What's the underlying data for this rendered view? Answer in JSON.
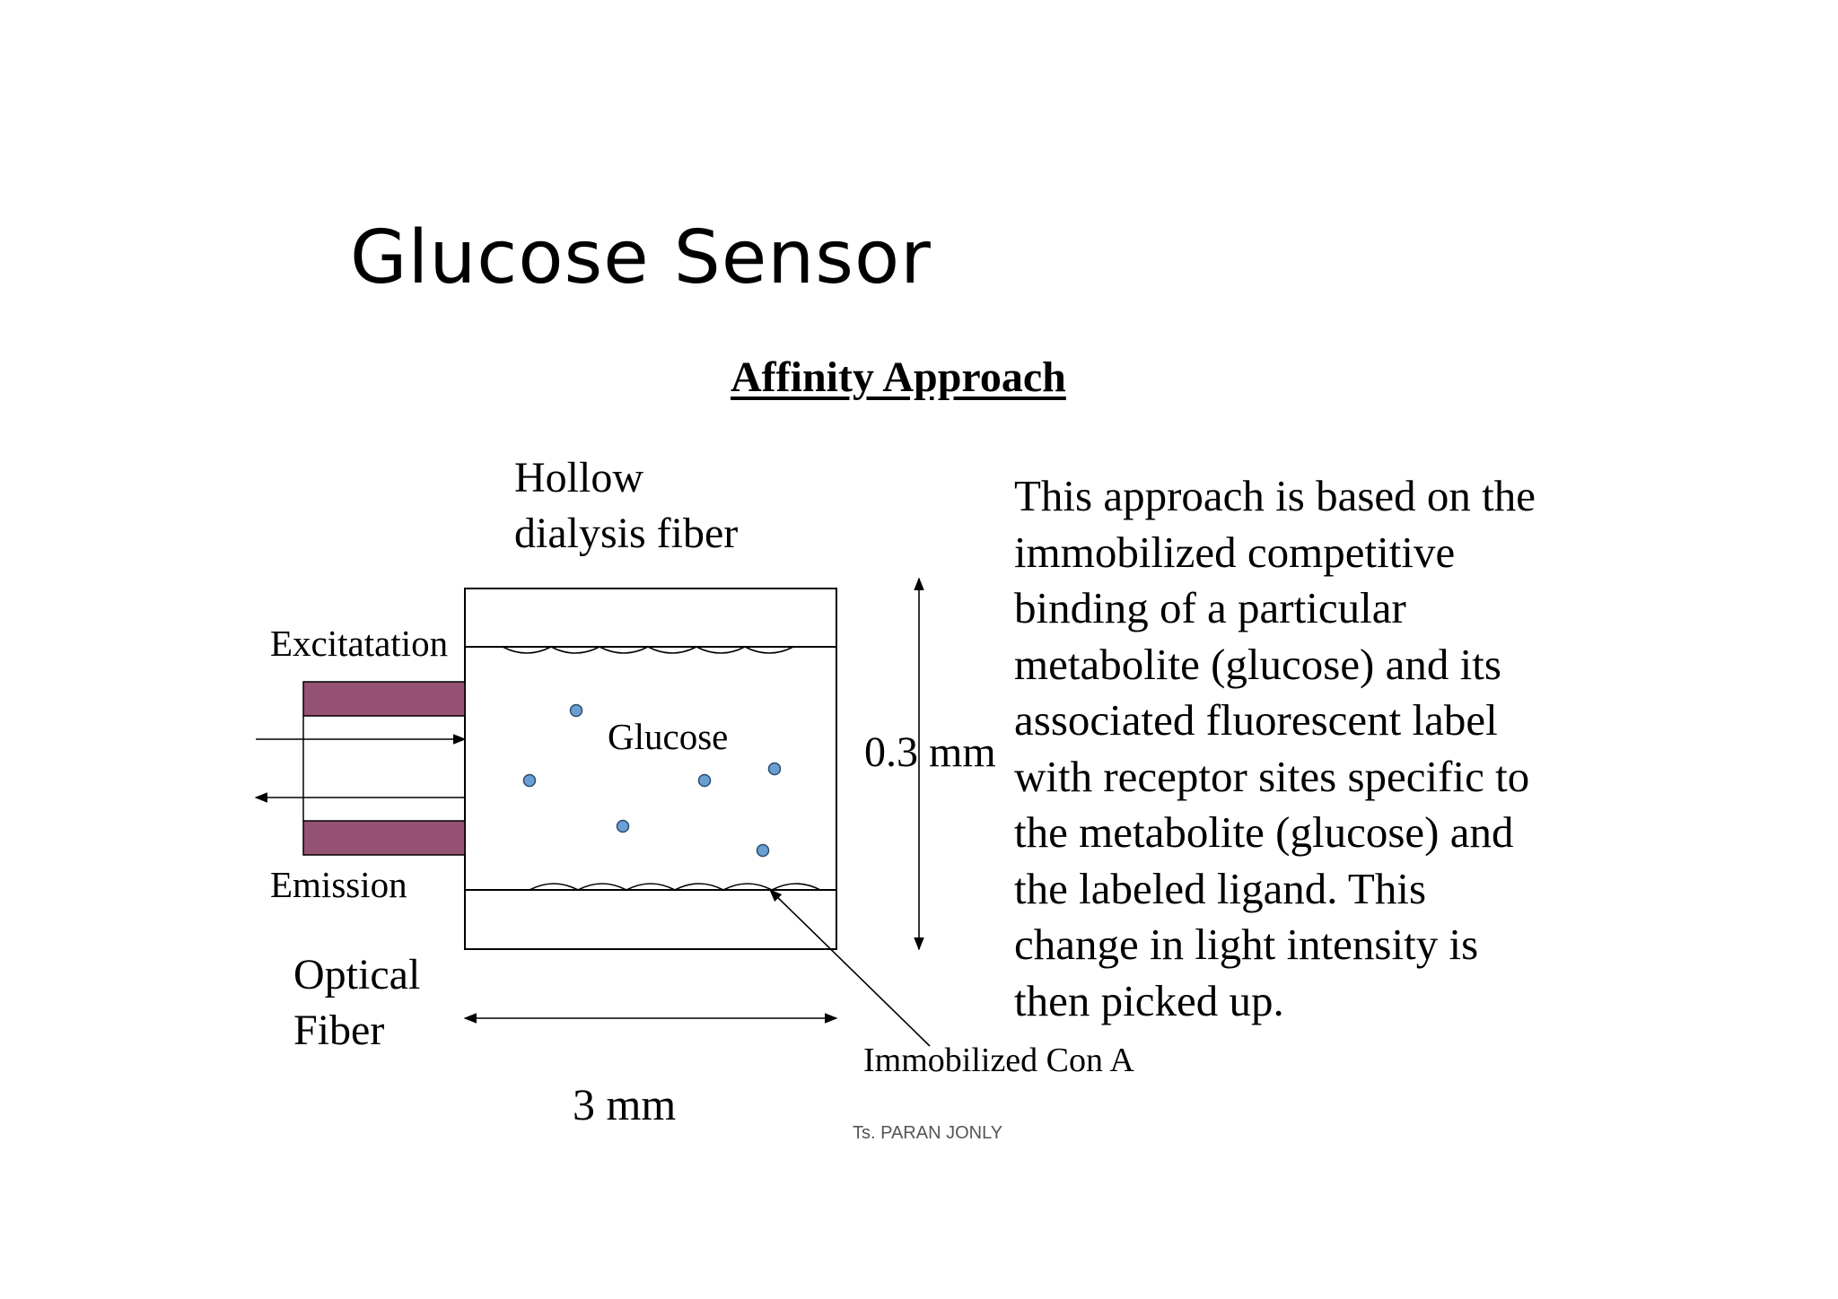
{
  "title": "Glucose Sensor",
  "subtitle": "Affinity Approach",
  "diagram": {
    "hollow_fiber_label_line1": "Hollow",
    "hollow_fiber_label_line2": "dialysis fiber",
    "excitation_label": "Excitatation",
    "emission_label": "Emission",
    "optical_fiber_label_line1": "Optical",
    "optical_fiber_label_line2": "Fiber",
    "glucose_label": "Glucose",
    "height_dimension": "0.3 mm",
    "width_dimension": "3 mm",
    "con_a_label": "Immobilized Con A",
    "colors": {
      "optical_fiber_cladding": "#965272",
      "glucose_molecule": "#6a9fd4",
      "glucose_outline": "#2b4a6b"
    }
  },
  "description": [
    "This approach is based on the",
    "immobilized competitive",
    "binding of a particular",
    "metabolite (glucose) and its",
    "associated fluorescent label",
    "with receptor sites specific to",
    "the metabolite (glucose) and",
    "the labeled ligand. This",
    "change in light intensity is",
    "then picked up."
  ],
  "footer": "Ts. PARAN JONLY"
}
